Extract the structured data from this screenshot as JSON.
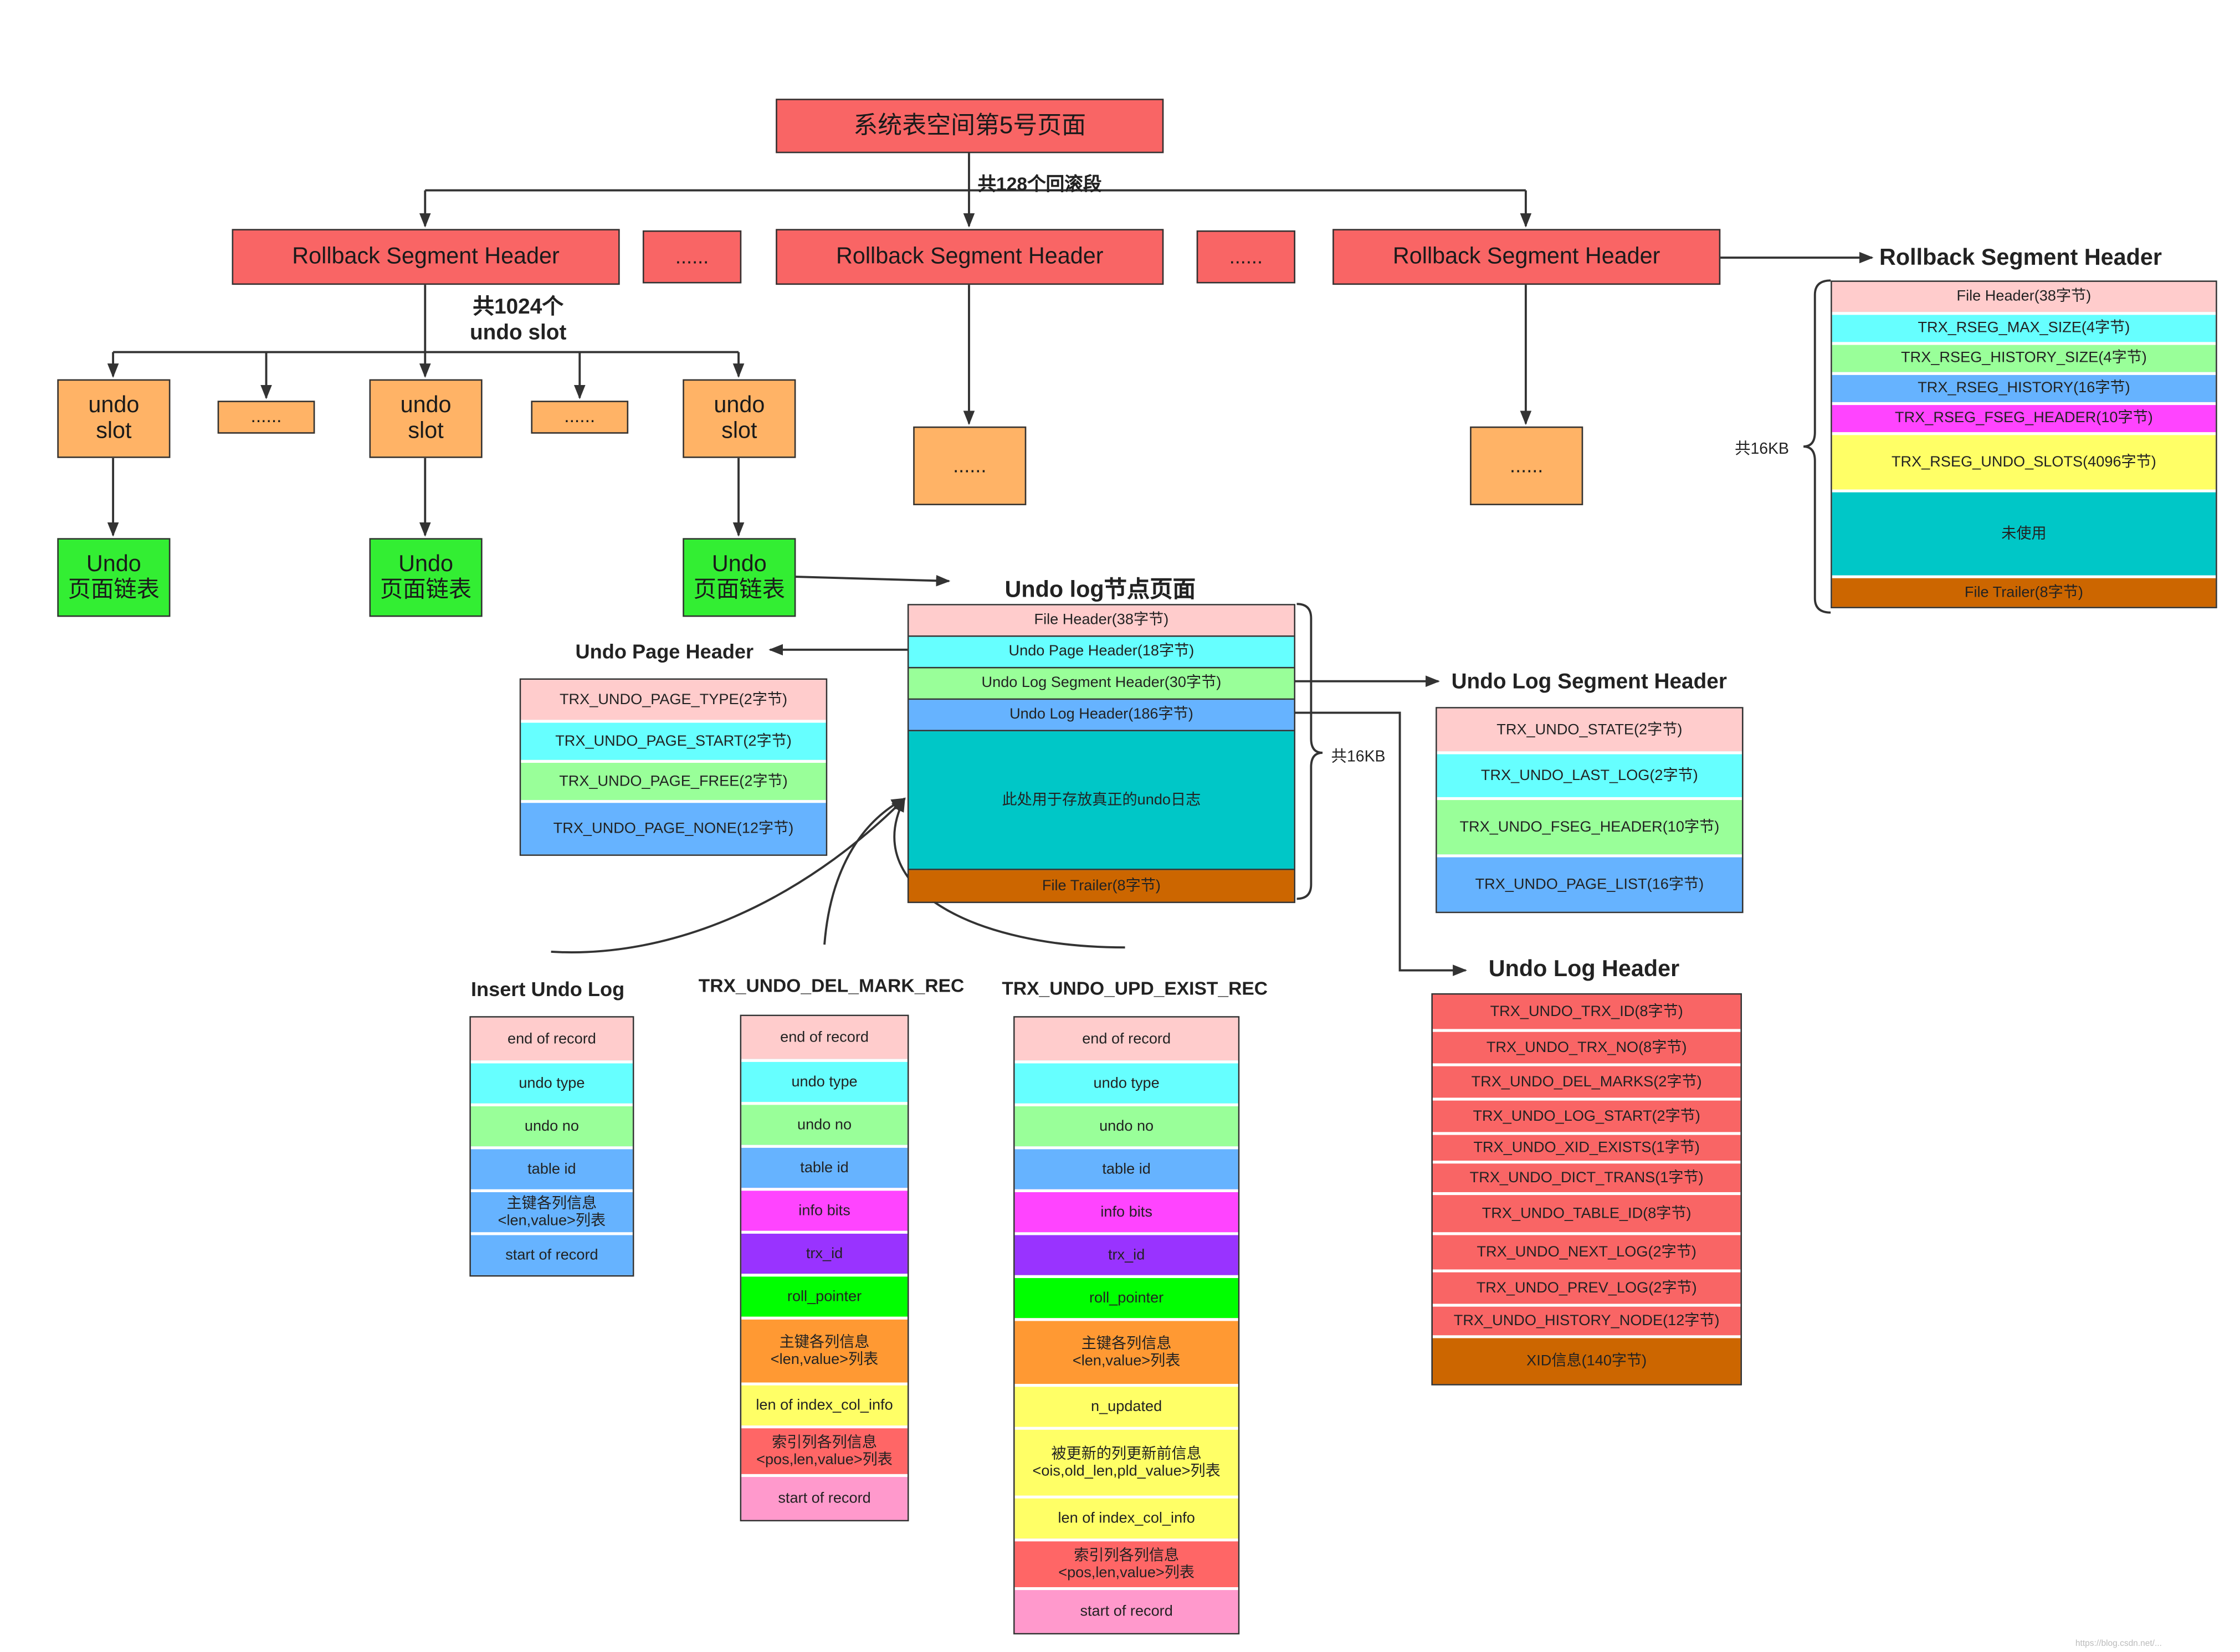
{
  "colors": {
    "red": "#f96565",
    "orange": "#ffb366",
    "green": "#33ee33",
    "pink": "#ffcccc",
    "cyan": "#66ffff",
    "light_green": "#99ff99",
    "blue": "#66b3ff",
    "magenta": "#ff44ff",
    "yellow": "#ffff66",
    "teal": "#00c7c7",
    "brown": "#cc6600",
    "purple": "#9933ff",
    "bright_green": "#00ff00",
    "deep_orange": "#ff9933",
    "rose": "#ff99cc",
    "salmon": "#ff6666"
  },
  "top": {
    "title": "系统表空间第5号页面",
    "count_label": "共128个回滚段"
  },
  "segments": {
    "header_label": "Rollback Segment Header",
    "ellipsis": "......"
  },
  "slots": {
    "count_line1": "共1024个",
    "count_line2": "undo slot",
    "slot_label": "undo\nslot",
    "chain_label": "Undo\n页面链表",
    "ellipsis": "......"
  },
  "rseg_header": {
    "title": "Rollback Segment Header",
    "size_label": "共16KB",
    "rows": [
      {
        "label": "File Header(38字节)",
        "color": "#ffcccc"
      },
      {
        "label": "TRX_RSEG_MAX_SIZE(4字节)",
        "color": "#66ffff"
      },
      {
        "label": "TRX_RSEG_HISTORY_SIZE(4字节)",
        "color": "#99ff99"
      },
      {
        "label": "TRX_RSEG_HISTORY(16字节)",
        "color": "#66b3ff"
      },
      {
        "label": "TRX_RSEG_FSEG_HEADER(10字节)",
        "color": "#ff44ff"
      },
      {
        "label": "TRX_RSEG_UNDO_SLOTS(4096字节)",
        "color": "#ffff66"
      },
      {
        "label": "未使用",
        "color": "#00c7c7"
      },
      {
        "label": "File Trailer(8字节)",
        "color": "#cc6600"
      }
    ]
  },
  "undo_page": {
    "title": "Undo log节点页面",
    "size_label": "共16KB",
    "rows": [
      {
        "label": "File Header(38字节)",
        "color": "#ffcccc"
      },
      {
        "label": "Undo Page Header(18字节)",
        "color": "#66ffff"
      },
      {
        "label": "Undo Log Segment Header(30字节)",
        "color": "#99ff99"
      },
      {
        "label": "Undo Log Header(186字节)",
        "color": "#66b3ff"
      },
      {
        "label": "此处用于存放真正的undo日志",
        "color": "#00c7c7"
      },
      {
        "label": "File Trailer(8字节)",
        "color": "#cc6600"
      }
    ]
  },
  "undo_page_header": {
    "title": "Undo Page Header",
    "rows": [
      {
        "label": "TRX_UNDO_PAGE_TYPE(2字节)",
        "color": "#ffcccc"
      },
      {
        "label": "TRX_UNDO_PAGE_START(2字节)",
        "color": "#66ffff"
      },
      {
        "label": "TRX_UNDO_PAGE_FREE(2字节)",
        "color": "#99ff99"
      },
      {
        "label": "TRX_UNDO_PAGE_NONE(12字节)",
        "color": "#66b3ff"
      }
    ]
  },
  "undo_log_segment_header": {
    "title": "Undo Log Segment Header",
    "rows": [
      {
        "label": "TRX_UNDO_STATE(2字节)",
        "color": "#ffcccc"
      },
      {
        "label": "TRX_UNDO_LAST_LOG(2字节)",
        "color": "#66ffff"
      },
      {
        "label": "TRX_UNDO_FSEG_HEADER(10字节)",
        "color": "#99ff99"
      },
      {
        "label": "TRX_UNDO_PAGE_LIST(16字节)",
        "color": "#66b3ff"
      }
    ]
  },
  "undo_log_header": {
    "title": "Undo Log Header",
    "rows": [
      {
        "label": "TRX_UNDO_TRX_ID(8字节)",
        "color": "#f96565"
      },
      {
        "label": "TRX_UNDO_TRX_NO(8字节)",
        "color": "#f96565"
      },
      {
        "label": "TRX_UNDO_DEL_MARKS(2字节)",
        "color": "#f96565"
      },
      {
        "label": "TRX_UNDO_LOG_START(2字节)",
        "color": "#f96565"
      },
      {
        "label": "TRX_UNDO_XID_EXISTS(1字节)",
        "color": "#f96565"
      },
      {
        "label": "TRX_UNDO_DICT_TRANS(1字节)",
        "color": "#f96565"
      },
      {
        "label": "TRX_UNDO_TABLE_ID(8字节)",
        "color": "#f96565"
      },
      {
        "label": "TRX_UNDO_NEXT_LOG(2字节)",
        "color": "#f96565"
      },
      {
        "label": "TRX_UNDO_PREV_LOG(2字节)",
        "color": "#f96565"
      },
      {
        "label": "TRX_UNDO_HISTORY_NODE(12字节)",
        "color": "#f96565"
      },
      {
        "label": "XID信息(140字节)",
        "color": "#cc6600"
      }
    ]
  },
  "insert_undo_log": {
    "title": "Insert Undo Log",
    "rows": [
      {
        "label": "end of record",
        "color": "#ffcccc"
      },
      {
        "label": "undo type",
        "color": "#66ffff"
      },
      {
        "label": "undo no",
        "color": "#99ff99"
      },
      {
        "label": "table id",
        "color": "#66b3ff"
      },
      {
        "label": "主键各列信息\n<len,value>列表",
        "color": "#66b3ff"
      },
      {
        "label": "start of record",
        "color": "#66b3ff"
      }
    ]
  },
  "del_mark_rec": {
    "title": "TRX_UNDO_DEL_MARK_REC",
    "rows": [
      {
        "label": "end of record",
        "color": "#ffcccc"
      },
      {
        "label": "undo type",
        "color": "#66ffff"
      },
      {
        "label": "undo no",
        "color": "#99ff99"
      },
      {
        "label": "table id",
        "color": "#66b3ff"
      },
      {
        "label": "info bits",
        "color": "#ff44ff"
      },
      {
        "label": "trx_id",
        "color": "#9933ff"
      },
      {
        "label": "roll_pointer",
        "color": "#00ff00"
      },
      {
        "label": "主键各列信息\n<len,value>列表",
        "color": "#ff9933"
      },
      {
        "label": "len of index_col_info",
        "color": "#ffff66"
      },
      {
        "label": "索引列各列信息\n<pos,len,value>列表",
        "color": "#ff6666"
      },
      {
        "label": "start of record",
        "color": "#ff99cc"
      }
    ]
  },
  "upd_exist_rec": {
    "title": "TRX_UNDO_UPD_EXIST_REC",
    "rows": [
      {
        "label": "end of record",
        "color": "#ffcccc"
      },
      {
        "label": "undo type",
        "color": "#66ffff"
      },
      {
        "label": "undo no",
        "color": "#99ff99"
      },
      {
        "label": "table id",
        "color": "#66b3ff"
      },
      {
        "label": "info bits",
        "color": "#ff44ff"
      },
      {
        "label": "trx_id",
        "color": "#9933ff"
      },
      {
        "label": "roll_pointer",
        "color": "#00ff00"
      },
      {
        "label": "主键各列信息\n<len,value>列表",
        "color": "#ff9933"
      },
      {
        "label": "n_updated",
        "color": "#ffff66"
      },
      {
        "label": "被更新的列更新前信息\n<ois,old_len,pld_value>列表",
        "color": "#ffff66"
      },
      {
        "label": "len of index_col_info",
        "color": "#ffff66"
      },
      {
        "label": "索引列各列信息\n<pos,len,value>列表",
        "color": "#ff6666"
      },
      {
        "label": "start of record",
        "color": "#ff99cc"
      }
    ]
  },
  "watermark": "https://blog.csdn.net/..."
}
